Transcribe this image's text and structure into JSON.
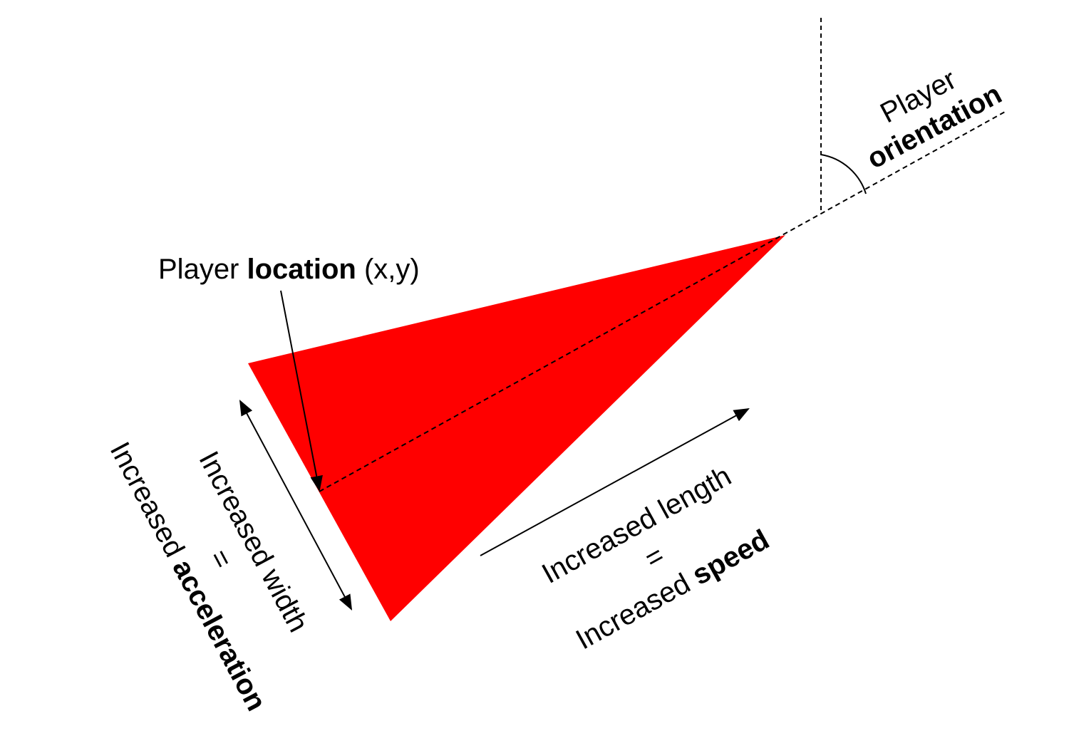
{
  "colors": {
    "triangle": "#ff0000",
    "line": "#000000",
    "background": "#ffffff"
  },
  "labels": {
    "location": {
      "pre": "Player ",
      "bold": "location",
      "post": " (x,y)"
    },
    "orientation": {
      "line1": "Player",
      "line2": "orientation"
    },
    "length": {
      "line1": "Increased length",
      "eq": "=",
      "line3_pre": "Increased ",
      "line3_bold": "speed"
    },
    "width": {
      "line1": "Increased width",
      "eq": "=",
      "line3_pre": "Increased ",
      "line3_bold": "acceleration"
    }
  }
}
